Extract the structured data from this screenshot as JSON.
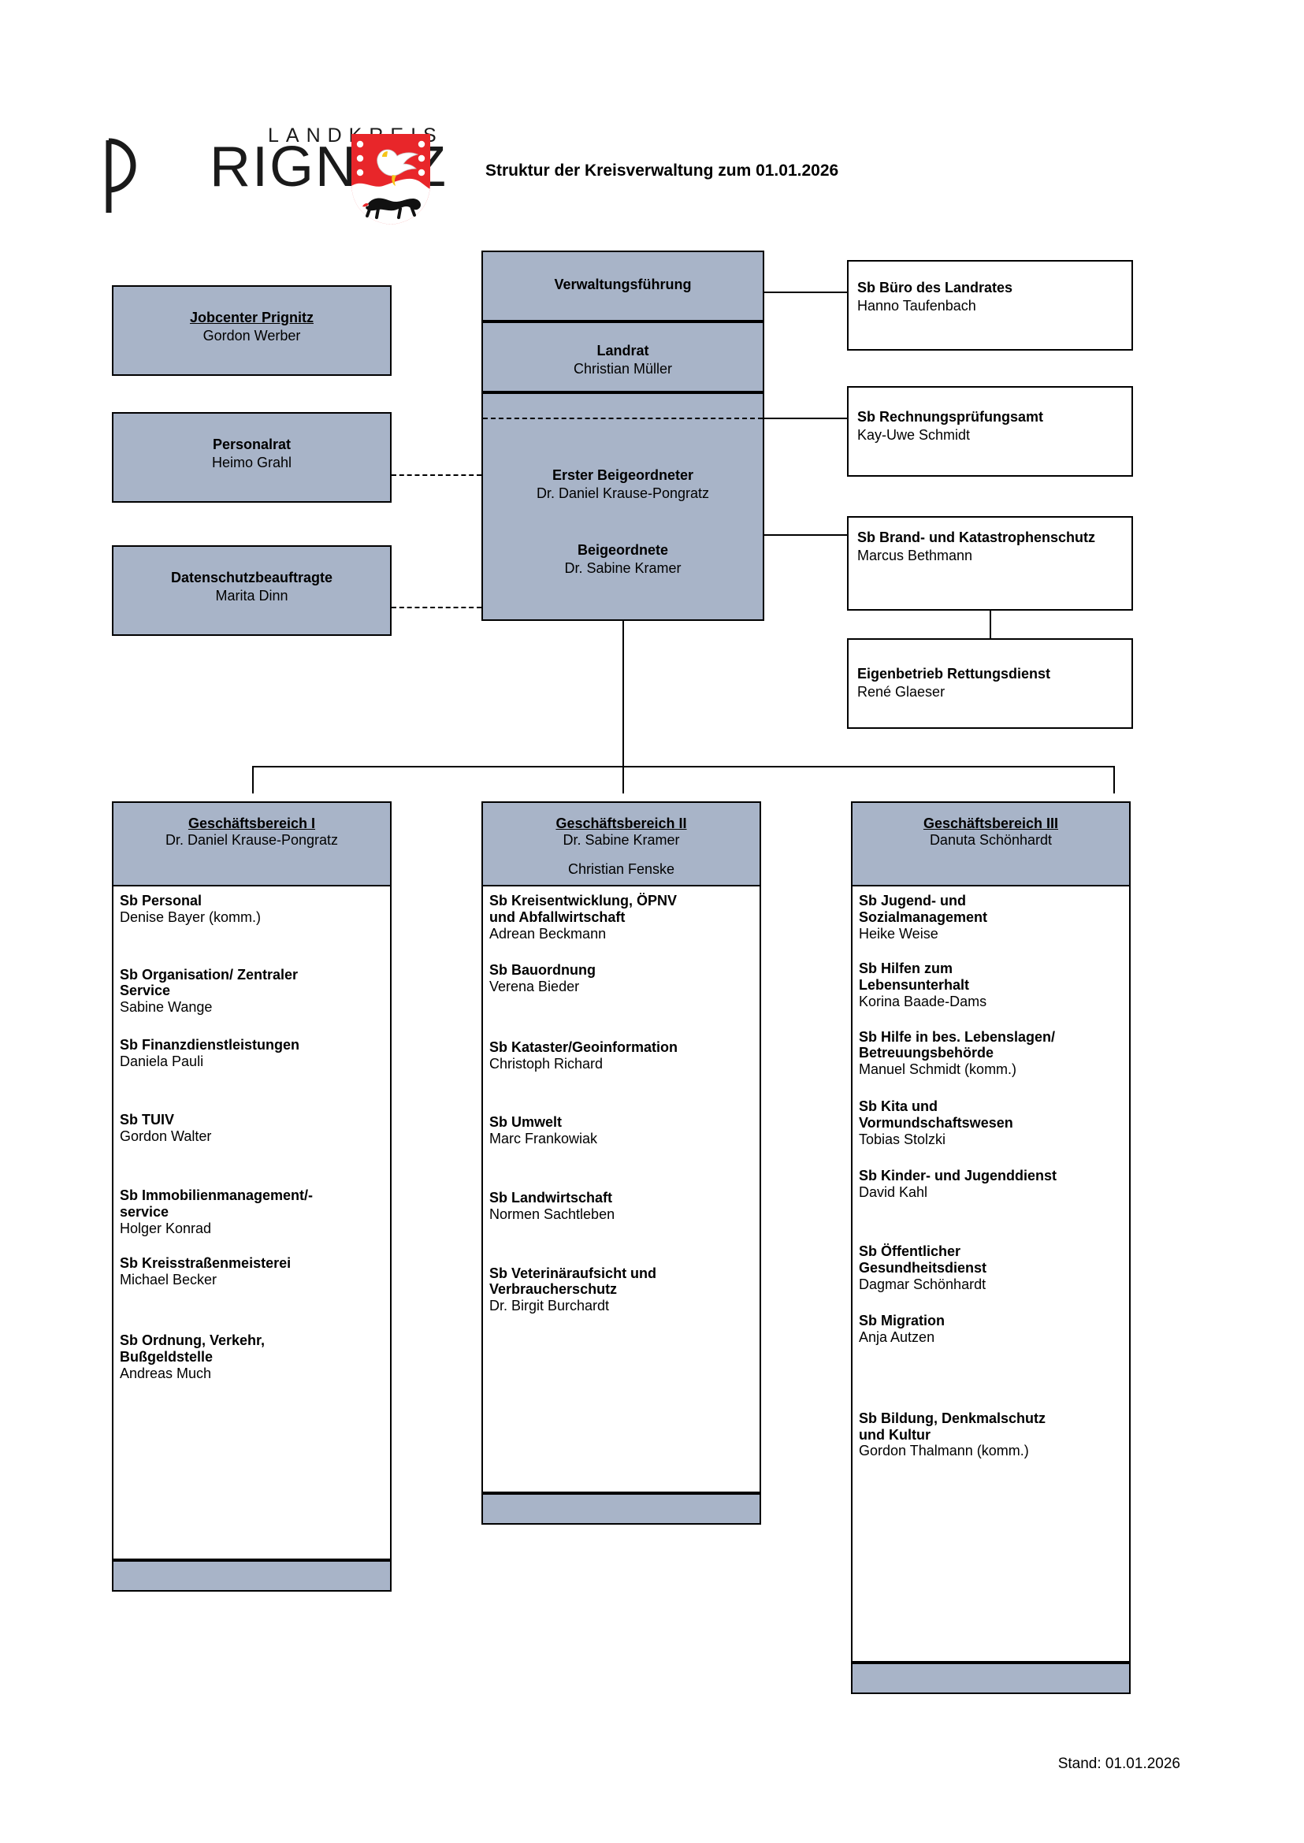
{
  "header": {
    "logo": {
      "line_top": "LANDKREIS",
      "line_main": "RIGNITZ",
      "crest_name": "prignitz-coat-of-arms"
    },
    "title": "Struktur der Kreisverwaltung zum 01.01.2026"
  },
  "left_boxes": [
    {
      "title": "Jobcenter Prignitz",
      "name": "Gordon Werber"
    },
    {
      "title": "Personalrat",
      "name": "Heimo Grahl"
    },
    {
      "title": "Datenschutzbeauftragte",
      "name": "Marita Dinn"
    }
  ],
  "center": {
    "top": {
      "title": "Verwaltungsführung"
    },
    "landrat": {
      "title": "Landrat",
      "name": "Christian Müller"
    },
    "erster_beigeordneter": {
      "title": "Erster Beigeordneter",
      "name": "Dr. Daniel Krause-Pongratz"
    },
    "beigeordnete": {
      "title": "Beigeordnete",
      "name": "Dr. Sabine Kramer"
    }
  },
  "right_boxes": [
    {
      "title": "Sb Büro des Landrates",
      "name": "Hanno Taufenbach"
    },
    {
      "title": "Sb  Rechnungsprüfungsamt",
      "name": "Kay-Uwe Schmidt"
    },
    {
      "title": "Sb Brand- und\nKatastrophenschutz",
      "name": "Marcus Bethmann"
    },
    {
      "title": " Eigenbetrieb Rettungsdienst",
      "name": "René Glaeser"
    }
  ],
  "columns": [
    {
      "head_title": "Geschäftsbereich I",
      "head_names": [
        "Dr. Daniel Krause-Pongratz"
      ],
      "units": [
        {
          "title": "Sb Personal",
          "name": "Denise Bayer (komm.)"
        },
        {
          "title": "Sb Organisation/ Zentraler\nService",
          "name": "Sabine Wange"
        },
        {
          "title": "Sb Finanzdienstleistungen",
          "name": "Daniela Pauli"
        },
        {
          "title": "Sb TUIV",
          "name": "Gordon Walter"
        },
        {
          "title": "Sb Immobilienmanagement/-\nservice",
          "name": "Holger Konrad"
        },
        {
          "title": "Sb Kreisstraßenmeisterei",
          "name": "Michael Becker"
        },
        {
          "title": "Sb Ordnung, Verkehr,\nBußgeldstelle",
          "name": "Andreas Much"
        }
      ]
    },
    {
      "head_title": "Geschäftsbereich II",
      "head_names": [
        "Dr. Sabine Kramer",
        "Christian Fenske"
      ],
      "units": [
        {
          "title": "Sb Kreisentwicklung, ÖPNV\nund Abfallwirtschaft",
          "name": "Adrean Beckmann"
        },
        {
          "title": "Sb Bauordnung",
          "name": "Verena Bieder"
        },
        {
          "title": "Sb Kataster/Geoinformation",
          "name": "Christoph Richard"
        },
        {
          "title": "Sb Umwelt",
          "name": "Marc Frankowiak"
        },
        {
          "title": "Sb Landwirtschaft",
          "name": "Normen Sachtleben"
        },
        {
          "title": "Sb Veterinäraufsicht und\nVerbraucherschutz",
          "name": "Dr. Birgit Burchardt"
        }
      ]
    },
    {
      "head_title": "Geschäftsbereich III",
      "head_names": [
        "Danuta Schönhardt"
      ],
      "units": [
        {
          "title": "Sb Jugend- und\nSozialmanagement",
          "name": "Heike Weise"
        },
        {
          "title": "Sb Hilfen zum\nLebensunterhalt",
          "name": "Korina Baade-Dams"
        },
        {
          "title": "Sb Hilfe in bes. Lebenslagen/\nBetreuungsbehörde",
          "name": "Manuel Schmidt (komm.)"
        },
        {
          "title": "Sb Kita und\nVormundschaftswesen",
          "name": "Tobias Stolzki"
        },
        {
          "title": "Sb Kinder- und Jugenddienst",
          "name": "David Kahl"
        },
        {
          "title": "Sb Öffentlicher\nGesundheitsdienst",
          "name": "Dagmar Schönhardt"
        },
        {
          "title": "Sb Migration",
          "name": "Anja Autzen"
        },
        {
          "title": "Sb Bildung, Denkmalschutz\nund Kultur",
          "name": " Gordon Thalmann (komm.)"
        }
      ]
    }
  ],
  "footer": {
    "stand": "Stand: 01.01.2026"
  },
  "colors": {
    "box_fill": "#a8b4c8",
    "border": "#000000",
    "crest_red": "#e8262a"
  }
}
